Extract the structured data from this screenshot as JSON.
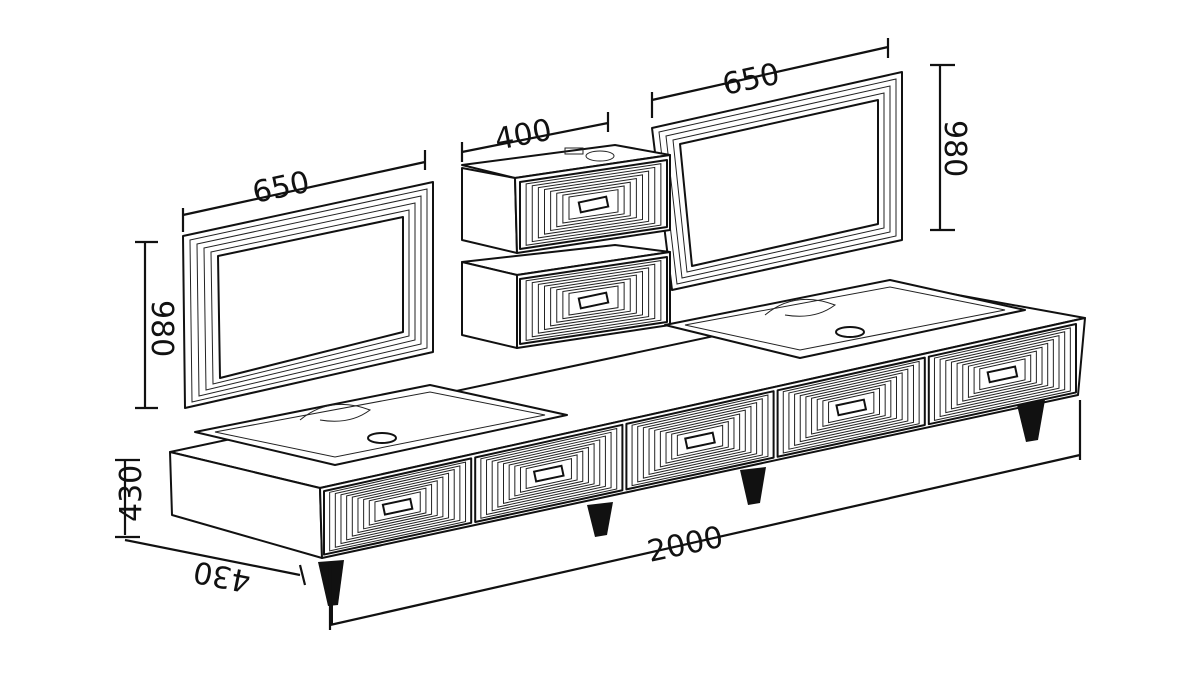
{
  "dimensions": {
    "left_mirror_width": "650",
    "left_mirror_height": "980",
    "right_mirror_width": "650",
    "right_mirror_height": "980",
    "cabinet_width": "400",
    "vanity_length": "2000",
    "vanity_height": "430",
    "vanity_depth": "430"
  },
  "drawer_count": 5,
  "colors": {
    "line": "#111111",
    "background": "#ffffff"
  }
}
